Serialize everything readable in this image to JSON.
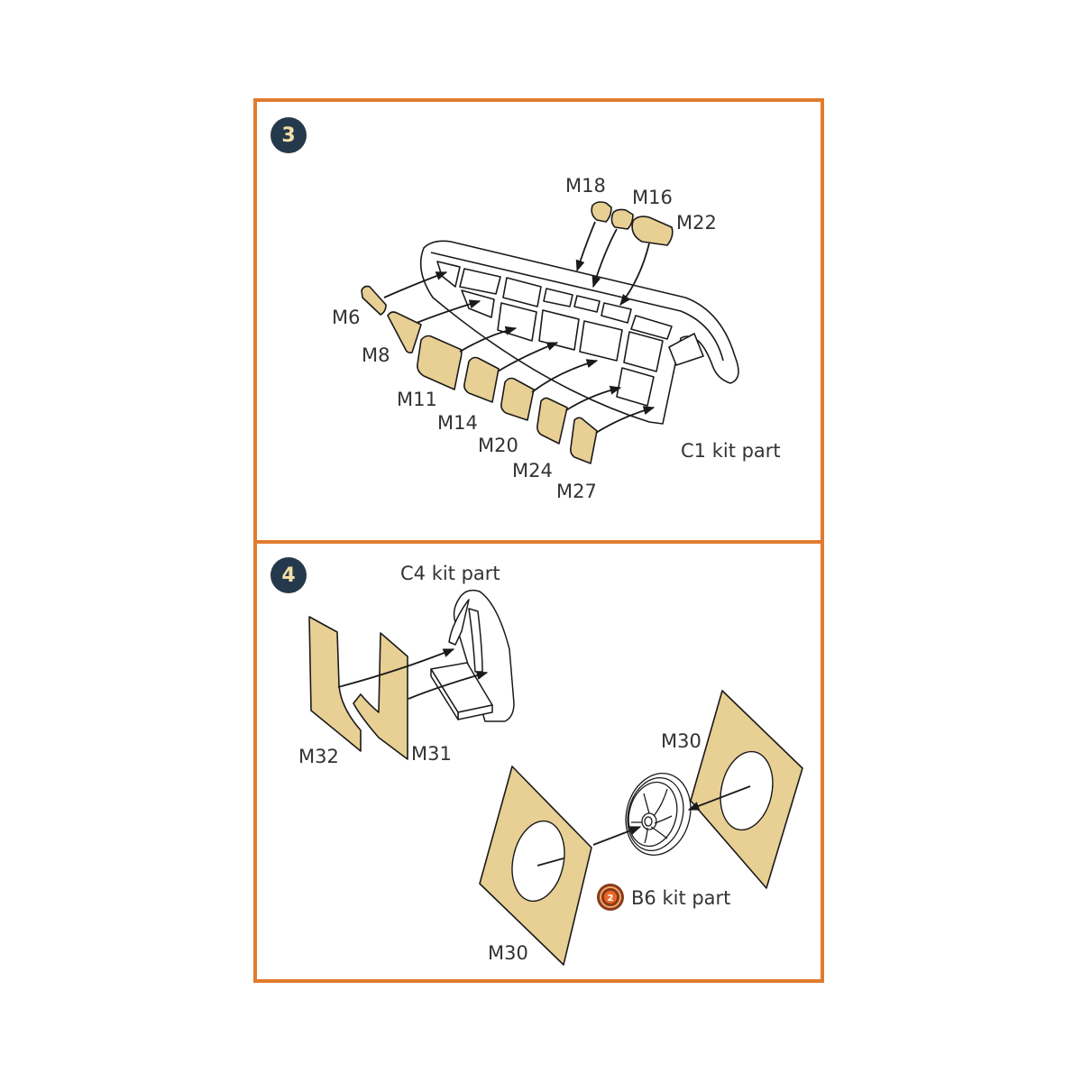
{
  "colors": {
    "frame_border": "#e07b2e",
    "badge_bg": "#243a4c",
    "badge_text": "#f3dfa6",
    "mask_fill": "#e8cf94",
    "line": "#1a1a1a",
    "label": "#333333",
    "reference_badge": "#c4511e"
  },
  "steps": [
    {
      "number": "3",
      "kit_part_label": "C1 kit part",
      "masks": [
        "M18",
        "M16",
        "M22",
        "M6",
        "M8",
        "M11",
        "M14",
        "M20",
        "M24",
        "M27"
      ]
    },
    {
      "number": "4",
      "kit_part_label": "C4 kit part",
      "masks": [
        "M32",
        "M31"
      ],
      "wheel": {
        "kit_part_label": "B6 kit part",
        "reference_step": "2",
        "masks": [
          "M30",
          "M30"
        ]
      }
    }
  ],
  "icons": {
    "reference_step_icon": "circular-arrow-step-reference-icon"
  }
}
